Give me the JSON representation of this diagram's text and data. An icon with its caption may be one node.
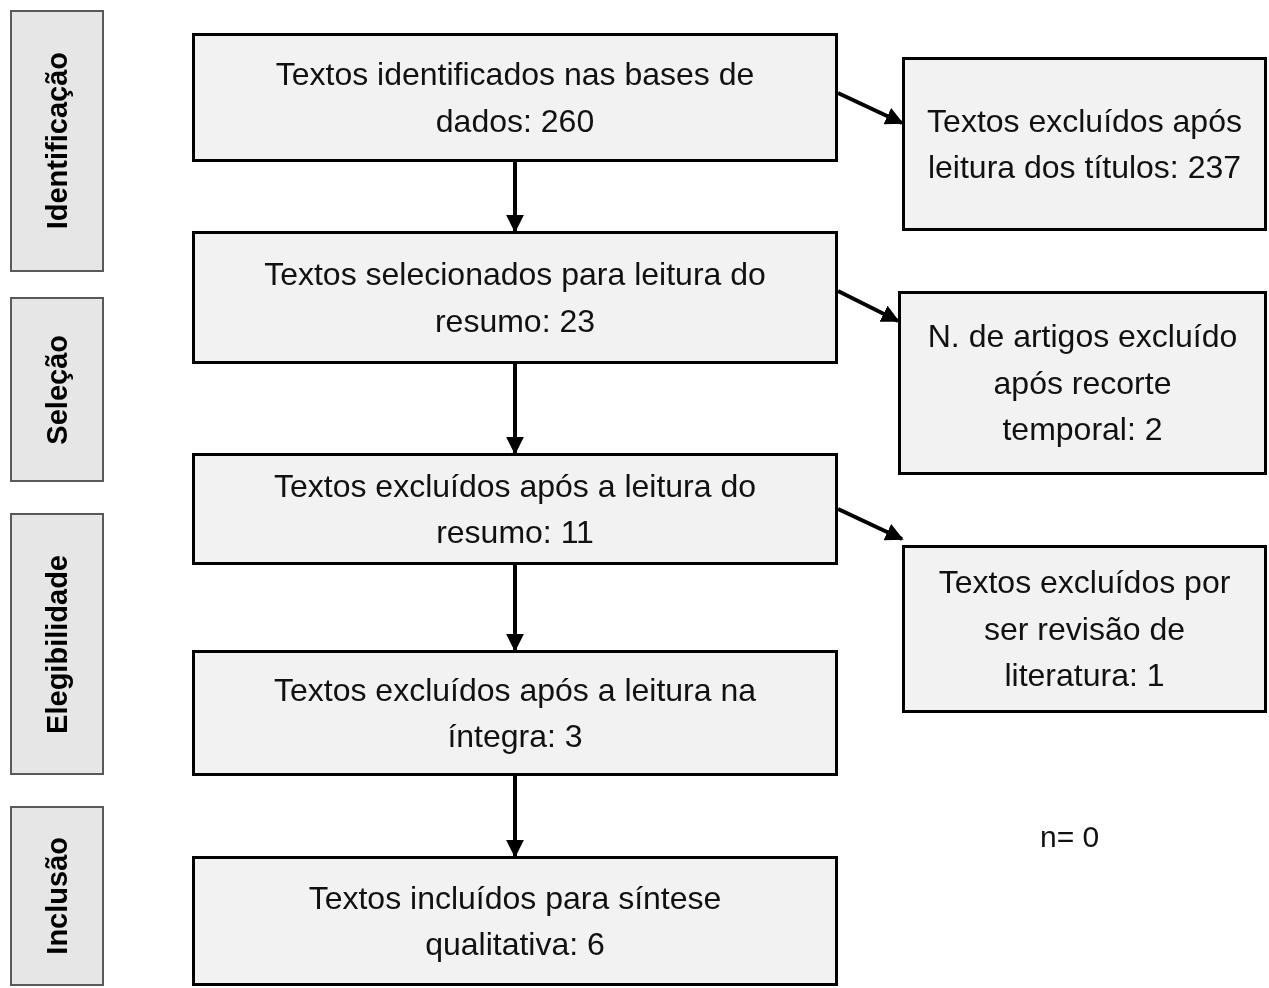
{
  "diagram": {
    "nodes": [
      {
        "text": [
          "Identificação"
        ]
      },
      {
        "text": [
          "Seleção"
        ]
      },
      {
        "text": [
          "Elegibilidade"
        ]
      },
      {
        "text": [
          "Inclusão"
        ]
      },
      {
        "text": [
          "Textos identificados nas bases de dados: 260"
        ]
      },
      {
        "text": [
          "Textos excluídos após leitura dos títulos: 237"
        ]
      },
      {
        "text": [
          "Textos selecionados para leitura do resumo: 23"
        ]
      },
      {
        "text": [
          "N. de artigos excluído após recorte temporal: 2"
        ]
      },
      {
        "text": [
          "Textos excluídos após a leitura do resumo: 11"
        ]
      },
      {
        "text": [
          "Textos excluídos por ser revisão de literatura: 1"
        ]
      },
      {
        "text": [
          "Textos excluídos após a leitura na íntegra: 3"
        ]
      },
      {
        "text": [
          "Textos incluídos para síntese qualitativa: 6"
        ]
      }
    ],
    "edges": [
      {
        "from": 4,
        "to": 5,
        "arrow": "to"
      },
      {
        "from": 4,
        "to": 6,
        "arrow": "to"
      },
      {
        "from": 6,
        "to": 7,
        "arrow": "to"
      },
      {
        "from": 6,
        "to": 8,
        "arrow": "to"
      },
      {
        "from": 8,
        "to": 9,
        "arrow": "to"
      },
      {
        "from": 8,
        "to": 10,
        "arrow": "to"
      },
      {
        "from": 10,
        "to": 11,
        "arrow": "to"
      }
    ],
    "labels": [
      "n= 0"
    ]
  }
}
